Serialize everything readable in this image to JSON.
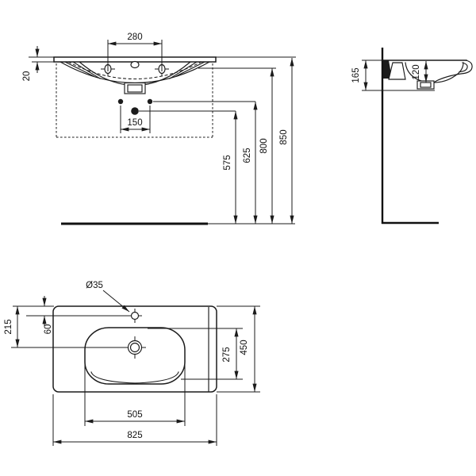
{
  "views": {
    "front_elevation": {
      "dims": {
        "tap_hole_centers": "280",
        "rim_thickness": "20",
        "fixing_hole_centers": "150",
        "waste_outlet_height": "575",
        "fixing_holes_height": "625",
        "basin_underside_height": "800",
        "rim_top_height": "850"
      }
    },
    "side_section": {
      "dims": {
        "basin_edge_height": "165",
        "bowl_inner_depth": "120"
      }
    },
    "plan": {
      "dims": {
        "tap_hole_diameter": "Ø35",
        "tap_hole_offset": "60",
        "drain_center_offset": "215",
        "bowl_inner_depth": "275",
        "overall_depth": "450",
        "bowl_inner_width": "505",
        "overall_width": "825"
      }
    }
  },
  "colors": {
    "line": "#1b1b1b",
    "background": "#ffffff"
  }
}
